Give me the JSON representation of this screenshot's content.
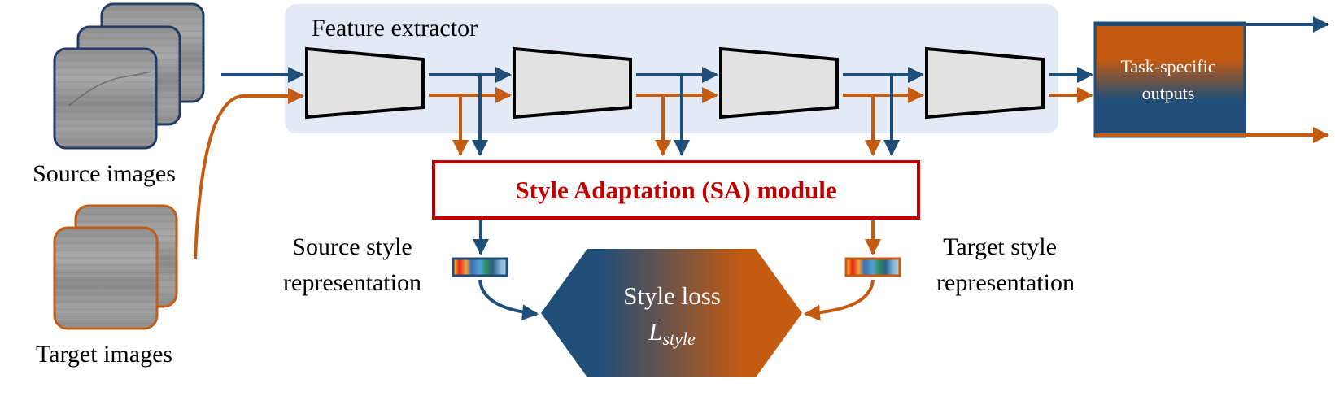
{
  "colors": {
    "source": "#1F4E79",
    "target": "#C55A11",
    "panel": "#E3EAF6",
    "block_fill": "#E2E2E2",
    "sa_red": "#C00000",
    "image_gray": "#9A9A9A"
  },
  "labels": {
    "feature_extractor": "Feature extractor",
    "source_images": "Source images",
    "target_images": "Target images",
    "sa_module": "Style Adaptation (SA) module",
    "task_outputs_line1": "Task-specific",
    "task_outputs_line2": "outputs",
    "source_style_line1": "Source style",
    "source_style_line2": "representation",
    "target_style_line1": "Target style",
    "target_style_line2": "representation",
    "style_loss": "Style loss",
    "style_loss_symbol": "L",
    "style_loss_subscript": "style"
  }
}
